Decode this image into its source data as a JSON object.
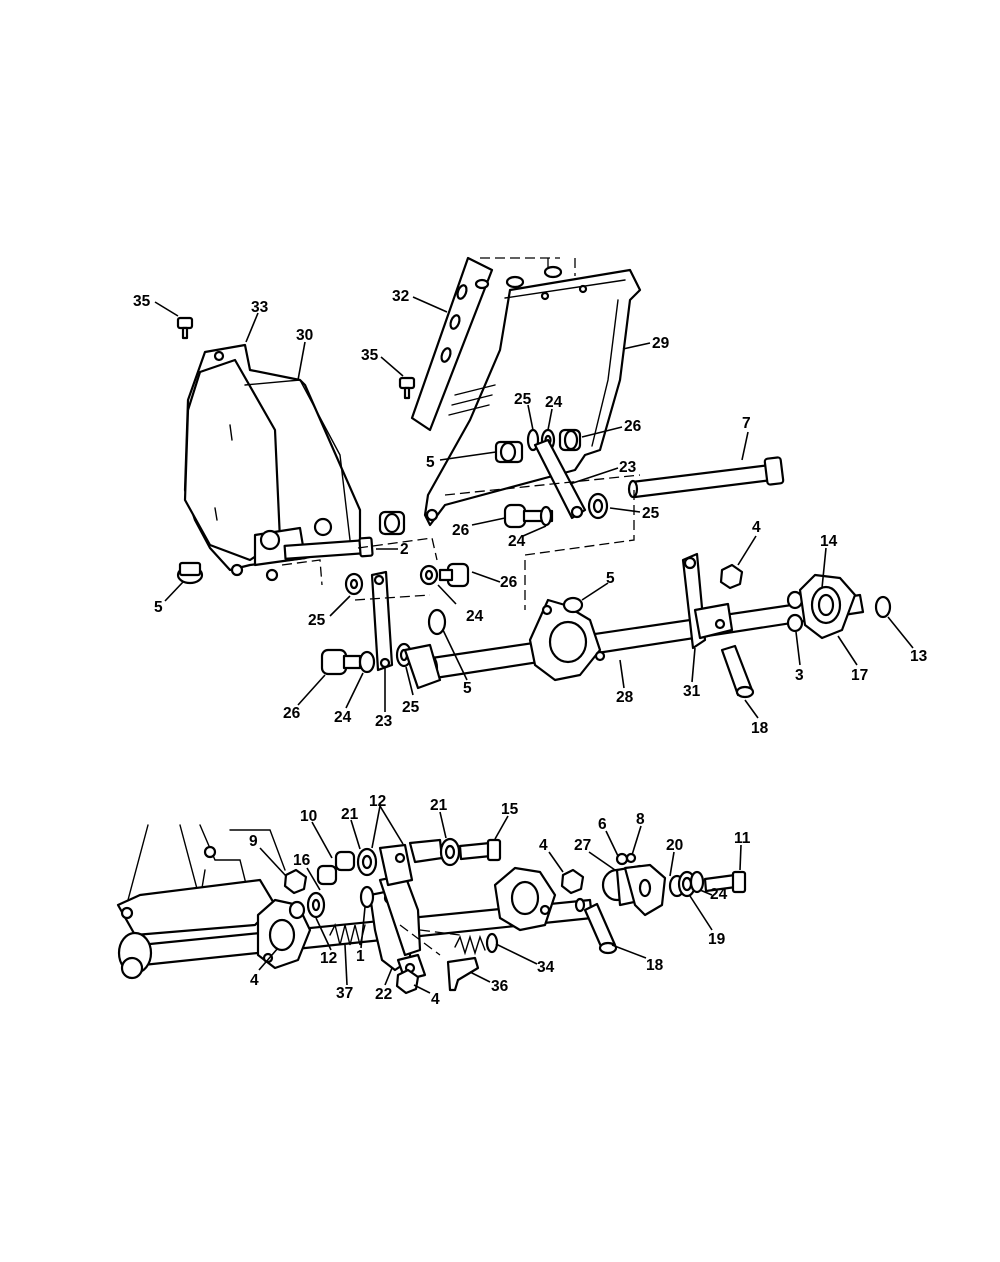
{
  "callouts": {
    "c35a": "35",
    "c33": "33",
    "c30": "30",
    "c32": "32",
    "c35b": "35",
    "c29": "29",
    "c25a": "25",
    "c24a": "24",
    "c26a": "26",
    "c5a": "5",
    "c23a": "23",
    "c7": "7",
    "c26b": "26",
    "c25b": "25",
    "c24b": "24",
    "c2": "2",
    "c5b": "5",
    "c26c": "26",
    "c25c": "25",
    "c24c": "24",
    "c4a": "4",
    "c14": "14",
    "c5c": "5",
    "c5d": "5",
    "c13": "13",
    "c3": "3",
    "c17": "17",
    "c31": "31",
    "c28": "28",
    "c18a": "18",
    "c26d": "26",
    "c24d": "24",
    "c23b": "23",
    "c25d": "25",
    "c12a": "12",
    "c10": "10",
    "c21a": "21",
    "c21b": "21",
    "c15": "15",
    "c9": "9",
    "c16": "16",
    "c6": "6",
    "c8": "8",
    "c4b": "4",
    "c27": "27",
    "c20": "20",
    "c11": "11",
    "c24e": "24",
    "c19": "19",
    "c12b": "12",
    "c1": "1",
    "c4c": "4",
    "c37": "37",
    "c22": "22",
    "c4d": "4",
    "c34": "34",
    "c36": "36",
    "c18b": "18"
  }
}
